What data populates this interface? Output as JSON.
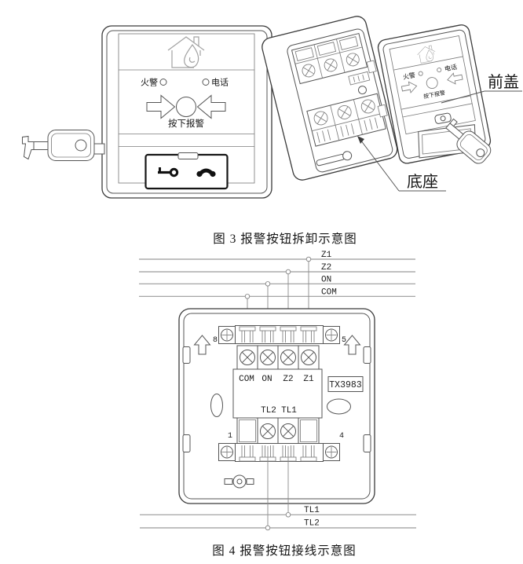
{
  "fig3": {
    "caption": "图 3  报警按钮拆卸示意图",
    "panel": {
      "fire": "火警",
      "phone": "电话",
      "press": "按下报警"
    },
    "cover": {
      "fire": "火警",
      "phone": "电话",
      "press": "按下报警"
    },
    "labels": {
      "front_cover": "前盖",
      "base": "底座"
    }
  },
  "fig4": {
    "caption": "图 4  报警按钮接线示意图",
    "bus": [
      "Z1",
      "Z2",
      "ON",
      "COM"
    ],
    "bottom_bus": [
      "TL1",
      "TL2"
    ],
    "terminals_top": [
      "COM",
      "ON",
      "Z2",
      "Z1"
    ],
    "terminals_mid": [
      "TL2",
      "TL1"
    ],
    "model": "TX3983",
    "numbers": {
      "top_left": "8",
      "top_right": "5",
      "bottom_left": "1",
      "bottom_right": "4"
    }
  },
  "colors": {
    "line": "#3b3b3b",
    "bus_line": "#9a9a9a",
    "text": "#141414"
  }
}
